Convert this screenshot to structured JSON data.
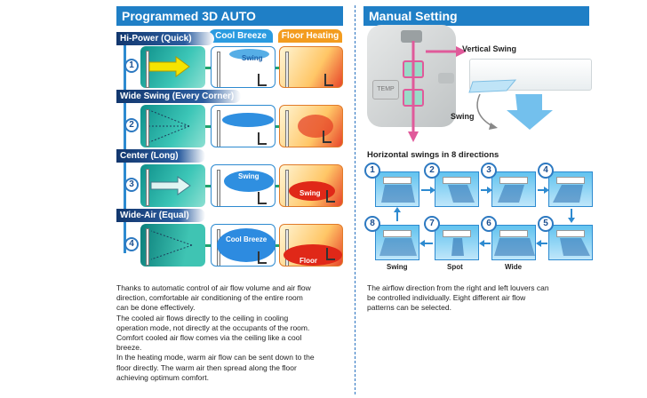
{
  "left": {
    "title": "Programmed 3D AUTO",
    "column_tabs": {
      "cool": "Cool Breeze",
      "heat": "Floor Heating"
    },
    "modes": [
      {
        "num": "1",
        "label": "Hi-Power (Quick)",
        "cool_text": "Swing",
        "heat_text": ""
      },
      {
        "num": "2",
        "label": "Wide Swing (Every Corner)",
        "cool_text": "",
        "heat_text": ""
      },
      {
        "num": "3",
        "label": "Center (Long)",
        "cool_text": "Swing",
        "heat_text": "Swing"
      },
      {
        "num": "4",
        "label": "Wide-Air (Equal)",
        "cool_text": "Cool Breeze",
        "heat_text": "Floor"
      }
    ],
    "description": [
      "Thanks to automatic control of air flow volume and air flow",
      "direction, comfortable air conditioning of the entire room",
      "can be done effectively.",
      "The cooled air flows directly to the ceiling in cooling",
      "operation mode, not directly at the occupants of the room.",
      "Comfort cooled air flow comes via the ceiling like a cool",
      "breeze.",
      "In the heating mode, warm air flow can be sent down to the",
      "floor directly. The warm air then spread along the floor",
      "achieving optimum comfort."
    ]
  },
  "right": {
    "title": "Manual Setting",
    "remote_temp": "TEMP",
    "vertical_swing_label": "Vertical Swing",
    "swing_label": "Swing",
    "horizontal_title": "Horizontal swings in 8 directions",
    "steps": [
      {
        "num": "1",
        "caption": ""
      },
      {
        "num": "2",
        "caption": ""
      },
      {
        "num": "3",
        "caption": ""
      },
      {
        "num": "4",
        "caption": ""
      },
      {
        "num": "5",
        "caption": ""
      },
      {
        "num": "6",
        "caption": "Wide"
      },
      {
        "num": "7",
        "caption": "Spot"
      },
      {
        "num": "8",
        "caption": "Swing"
      }
    ],
    "description": [
      "The airflow direction from the right and left louvers can",
      "be controlled individually. Eight different air flow",
      "patterns can be selected."
    ]
  },
  "colors": {
    "header_blue": "#1f7fc6",
    "mode_navy": "#12376e",
    "cool_tab": "#2a9be0",
    "heat_tab": "#f39c1f",
    "flow_teal": "#2fb8aa",
    "swing_pink": "#e05a9a"
  }
}
